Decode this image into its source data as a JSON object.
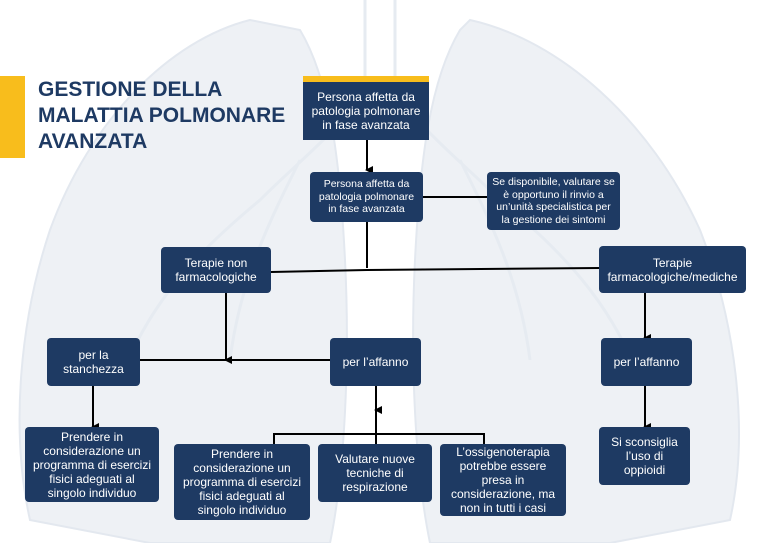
{
  "title": {
    "line1": "GESTIONE DELLA",
    "line2": "MALATTIA POLMONARE",
    "line3": "AVANZATA"
  },
  "colors": {
    "box": "#1e3a63",
    "accent": "#f8bd1c",
    "line": "#000000",
    "title": "#1e3a63",
    "watermark": "#e9edf3"
  },
  "nodes": {
    "root": "Persona affetta da patologia polmonare in fase avanzata",
    "second": "Persona affetta da patologia polmonare in fase avanzata",
    "referral": "Se disponibile, valutare se è opportuno il rinvio a un’unità specialistica per la gestione dei sintomi",
    "non_pharma": "Terapie non farmacologiche",
    "pharma": "Terapie farmacologiche/mediche",
    "fatigue": "per la stanchezza",
    "breathless_mid": "per l’affanno",
    "breathless_right": "per l’affanno",
    "exercise_left": "Prendere in considerazione un programma di esercizi fisici adeguati al singolo individuo",
    "exercise_mid": "Prendere in considerazione un programma di esercizi fisici adeguati al singolo individuo",
    "breathing": "Valutare nuove tecniche di respirazione",
    "oxygen": "L’ossigenoterapia potrebbe essere presa in considerazione, ma non in tutti i casi",
    "opioids": "Si sconsiglia l’uso di oppioidi"
  }
}
